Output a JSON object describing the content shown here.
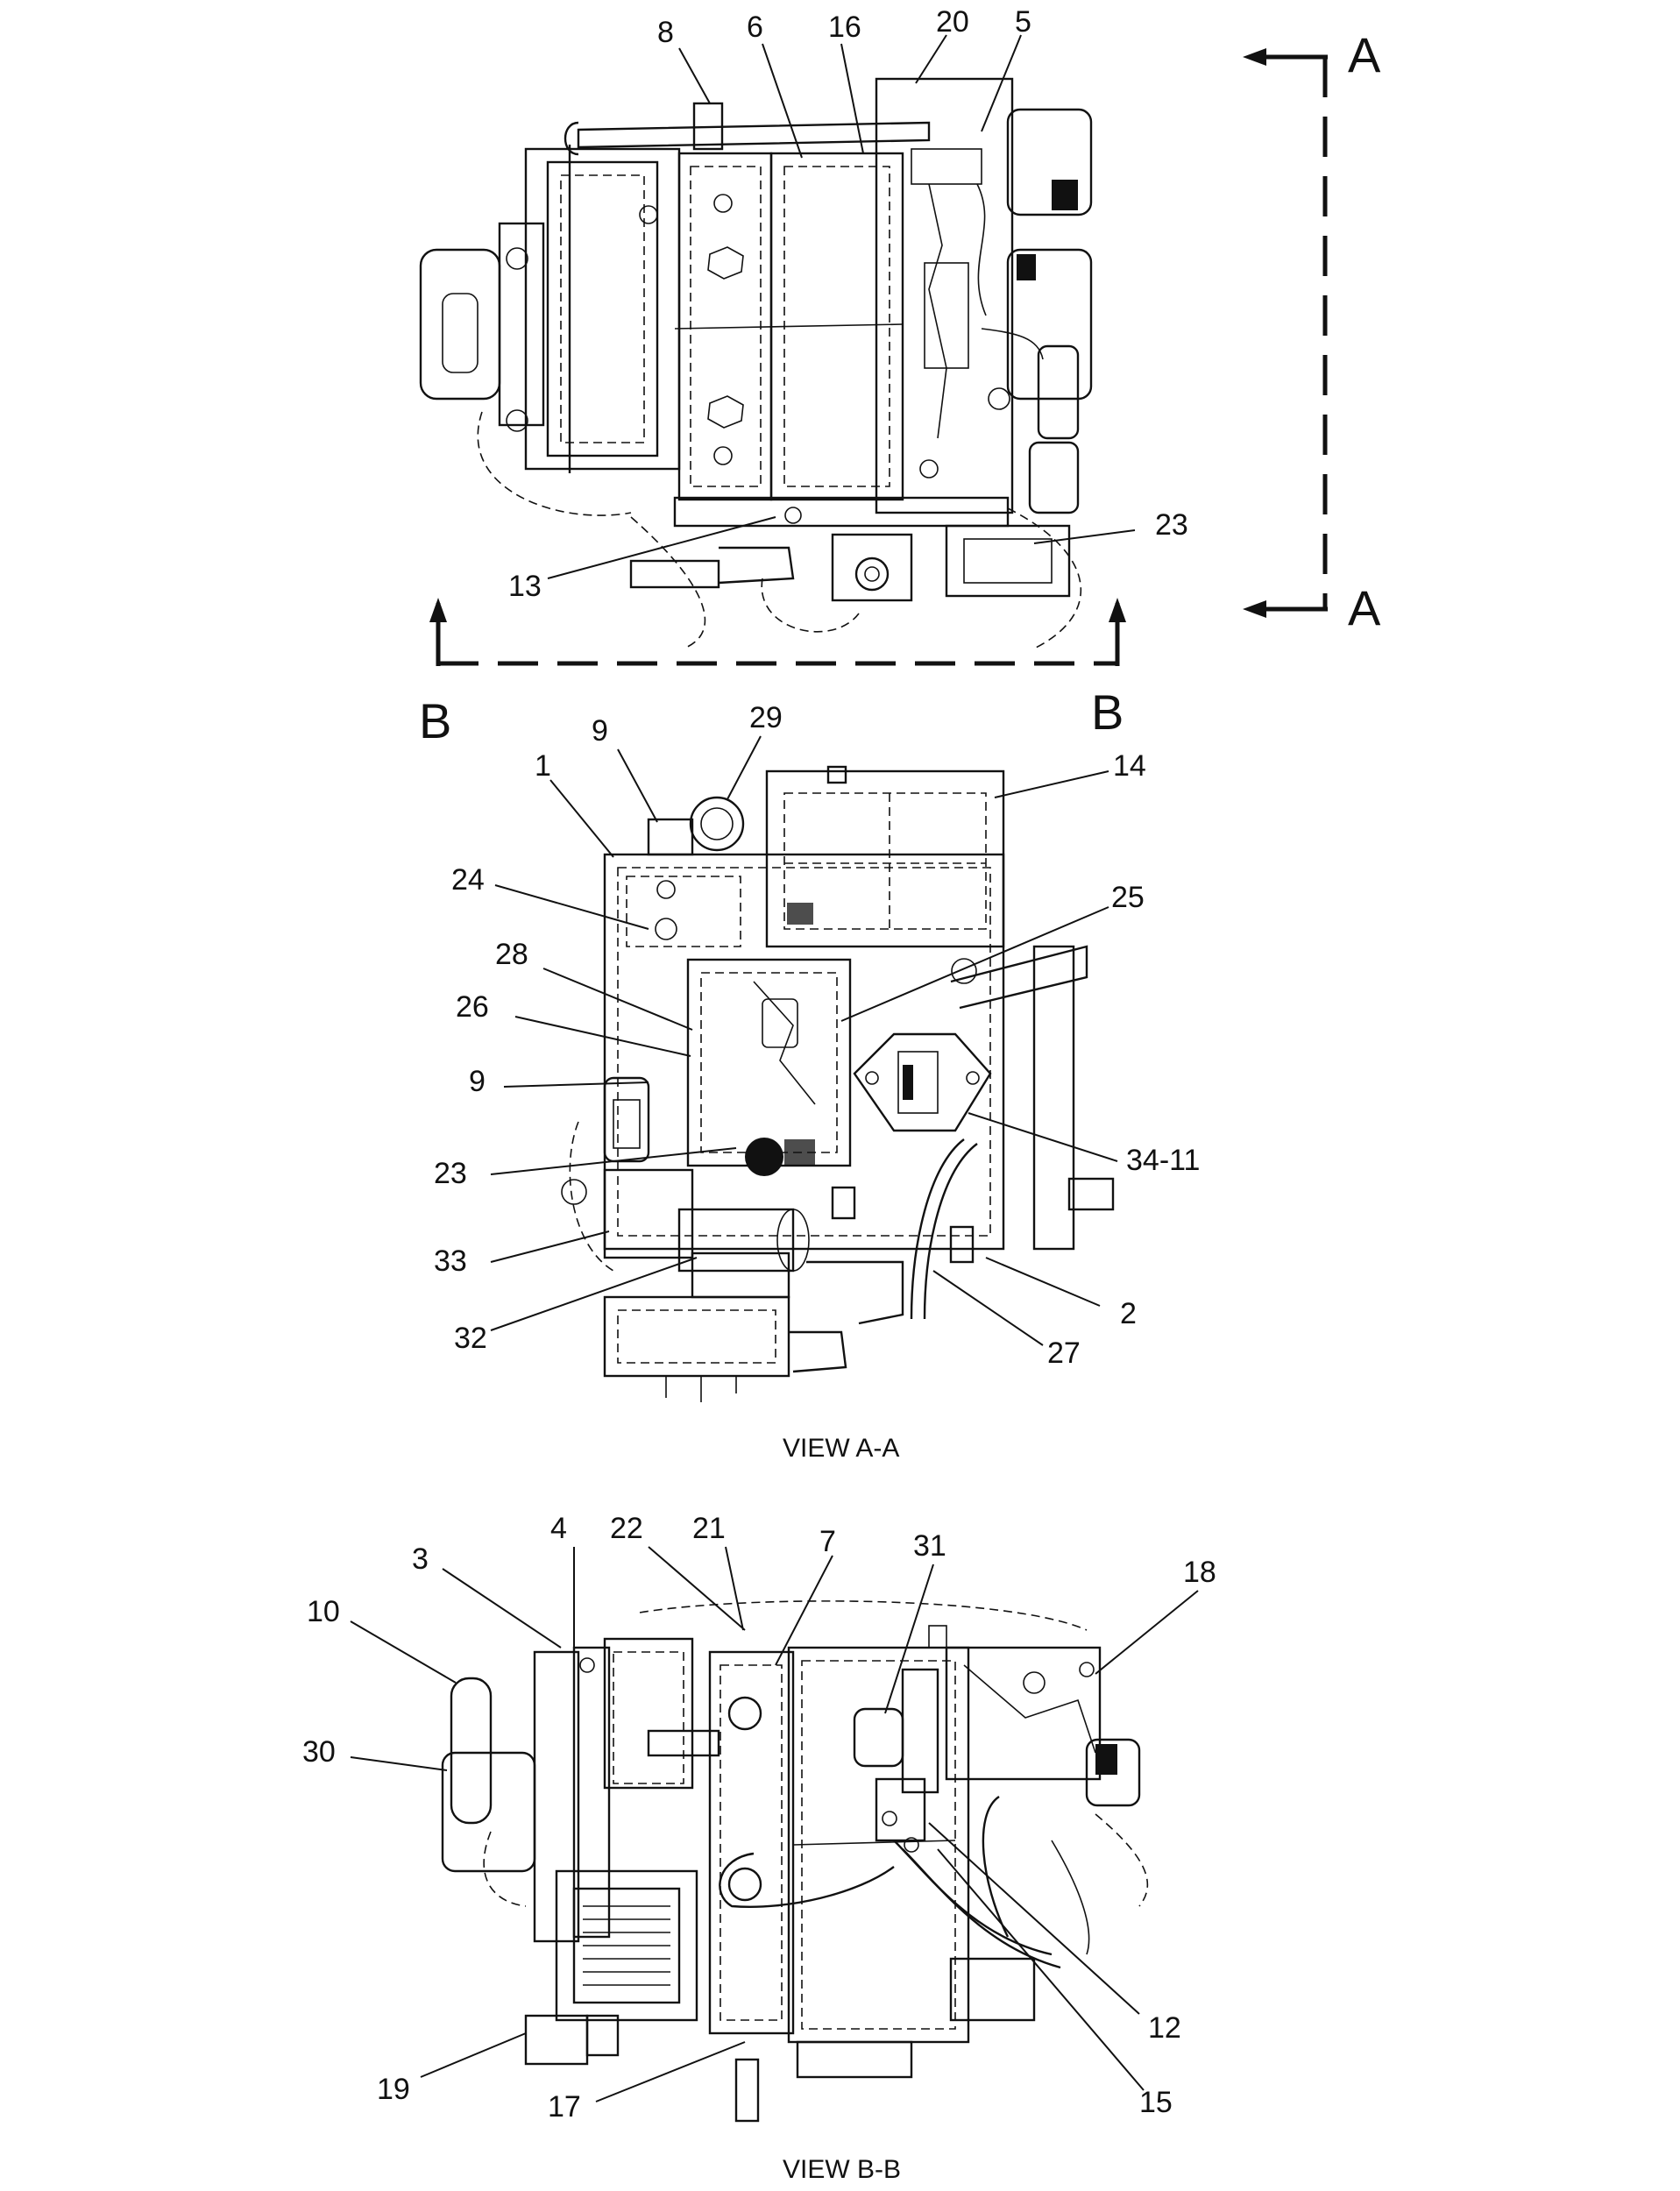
{
  "diagram": {
    "callouts_top": [
      "8",
      "6",
      "16",
      "20",
      "5",
      "23",
      "13"
    ],
    "callouts_view_a": [
      "9",
      "29",
      "14",
      "1",
      "24",
      "25",
      "28",
      "26",
      "9",
      "34-11",
      "23",
      "33",
      "2",
      "32",
      "27"
    ],
    "callouts_view_b": [
      "4",
      "22",
      "21",
      "7",
      "31",
      "18",
      "3",
      "10",
      "30",
      "12",
      "19",
      "17",
      "15"
    ],
    "section_markers": {
      "a_top": "A",
      "a_bottom": "A",
      "b_left": "B",
      "b_right": "B"
    },
    "view_captions": {
      "view_a": "VIEW A-A",
      "view_b": "VIEW B-B"
    }
  }
}
